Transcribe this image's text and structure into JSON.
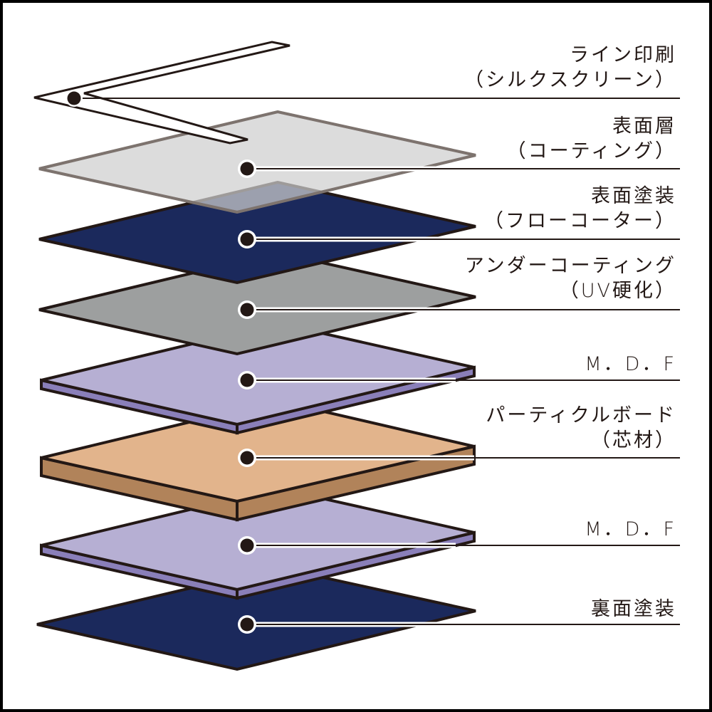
{
  "diagram": {
    "colors": {
      "outline": "#231815",
      "silkscreen_fill": "#ffffff",
      "surface_layer_fill": "#cfcfcf",
      "surface_layer_stroke": "#7d736e",
      "flow_coater_fill": "#1b295c",
      "uv_undercoat_fill": "#9d9f9f",
      "mdf_top_fill": "#b6afd3",
      "mdf_side_fill": "#8a7fb9",
      "particle_top_fill": "#e2b48c",
      "particle_side_fill": "#b1835a",
      "back_coat_fill": "#1b295c",
      "leader_line": "#231815",
      "frame_border": "#000000"
    },
    "layers": [
      {
        "id": "line-print",
        "label": "ライン印刷",
        "sublabel": "（シルクスクリーン）"
      },
      {
        "id": "surface-layer",
        "label": "表面層",
        "sublabel": "（コーティング）"
      },
      {
        "id": "surface-paint",
        "label": "表面塗装",
        "sublabel": "（フローコーター）"
      },
      {
        "id": "under-coating",
        "label": "アンダーコーティング",
        "sublabel": "（UV硬化）"
      },
      {
        "id": "mdf-top",
        "label": "M．D．F",
        "sublabel": ""
      },
      {
        "id": "particle-board",
        "label": "パーティクルボード",
        "sublabel": "（芯材）"
      },
      {
        "id": "mdf-bottom",
        "label": "M．D．F",
        "sublabel": ""
      },
      {
        "id": "back-paint",
        "label": "裏面塗装",
        "sublabel": ""
      }
    ]
  }
}
